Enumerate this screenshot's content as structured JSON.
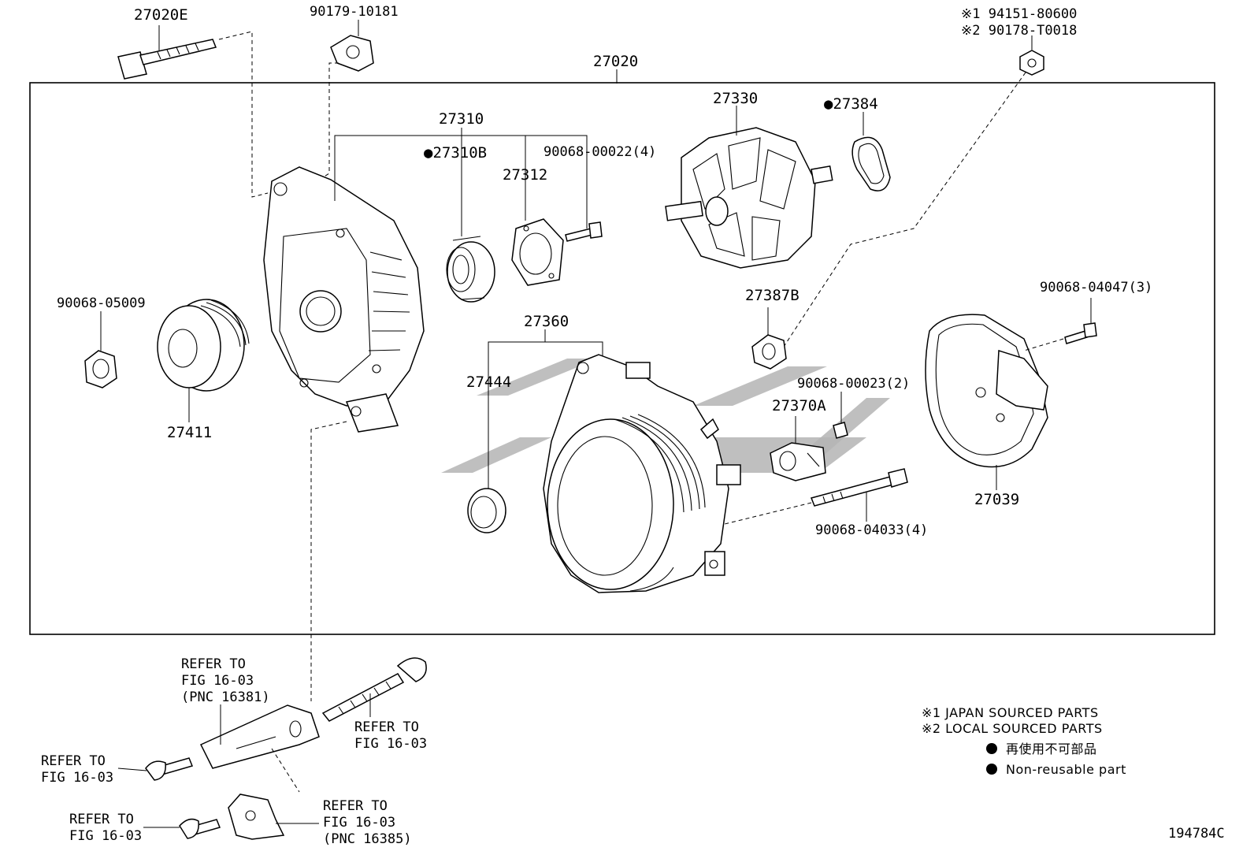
{
  "title_part": "27020",
  "labels": {
    "p27020E": "27020E",
    "p90179_10181": "90179-10181",
    "p27020": "27020",
    "note1": "※1 94151-80600",
    "note2": "※2 90178-T0018",
    "p27310": "27310",
    "p27310B": "●27310B",
    "p27312": "27312",
    "p90068_00022": "90068-00022(4)",
    "p27330": "27330",
    "p27384": "●27384",
    "p90068_05009": "90068-05009",
    "p27411": "27411",
    "p27360": "27360",
    "p27444": "27444",
    "p27387B": "27387B",
    "p90068_04047": "90068-04047(3)",
    "p90068_00023": "90068-00023(2)",
    "p27370A": "27370A",
    "p27039": "27039",
    "p90068_04033": "90068-04033(4)"
  },
  "refers": {
    "r1": [
      "REFER TO",
      "FIG 16-03",
      "(PNC 16381)"
    ],
    "r2": [
      "REFER TO",
      "FIG 16-03"
    ],
    "r3": [
      "REFER TO",
      "FIG 16-03"
    ],
    "r4": [
      "REFER TO",
      "FIG 16-03"
    ],
    "r5": [
      "REFER TO",
      "FIG 16-03",
      "(PNC 16385)"
    ]
  },
  "legend": {
    "l1": "※1  JAPAN SOURCED PARTS",
    "l2": "※2  LOCAL SOURCED PARTS",
    "l3": "再使用不可部品",
    "l4": "Non-reusable part"
  },
  "figure_code": "194784C",
  "watermark_color": "#b4b4b4"
}
